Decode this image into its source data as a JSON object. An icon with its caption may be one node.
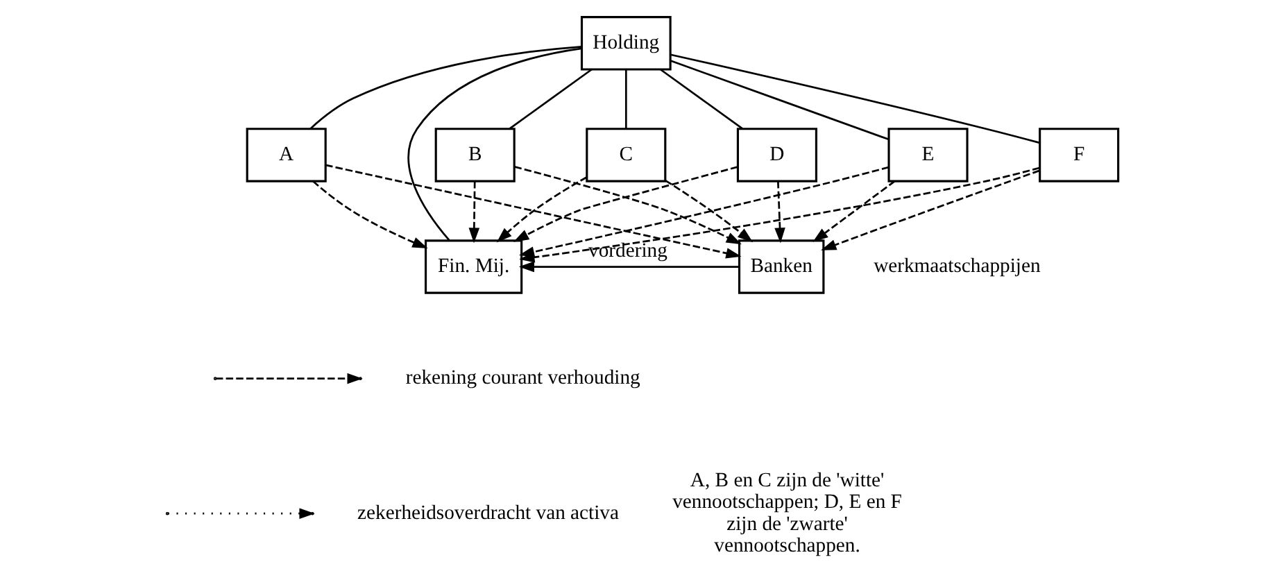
{
  "diagram": {
    "nodes": [
      {
        "text": [
          "Holding"
        ]
      },
      {
        "text": [
          "Fin. Mij."
        ]
      },
      {
        "text": [
          "Banken"
        ]
      },
      {
        "text": [
          "A"
        ]
      },
      {
        "text": [
          "B"
        ]
      },
      {
        "text": [
          "C"
        ]
      },
      {
        "text": [
          "D"
        ]
      },
      {
        "text": [
          "E"
        ]
      },
      {
        "text": [
          "F"
        ]
      }
    ],
    "edges": [
      {
        "from": 0,
        "to": 1,
        "arrow": "none"
      },
      {
        "from": 0,
        "to": 3,
        "arrow": "none"
      },
      {
        "from": 0,
        "to": 4,
        "arrow": "none"
      },
      {
        "from": 0,
        "to": 5,
        "arrow": "none"
      },
      {
        "from": 0,
        "to": 6,
        "arrow": "none"
      },
      {
        "from": 0,
        "to": 7,
        "arrow": "none"
      },
      {
        "from": 0,
        "to": 8,
        "arrow": "none"
      },
      {
        "from": 2,
        "to": 1,
        "arrow": "to",
        "label": "vordering"
      },
      {
        "from": 3,
        "to": 1,
        "arrow": "to",
        "style": "dashed"
      },
      {
        "from": 4,
        "to": 1,
        "arrow": "to",
        "style": "dashed"
      },
      {
        "from": 5,
        "to": 1,
        "arrow": "to",
        "style": "dashed"
      },
      {
        "from": 6,
        "to": 1,
        "arrow": "to",
        "style": "dashed"
      },
      {
        "from": 7,
        "to": 1,
        "arrow": "to",
        "style": "dashed"
      },
      {
        "from": 8,
        "to": 1,
        "arrow": "to",
        "style": "dashed"
      },
      {
        "from": 3,
        "to": 2,
        "arrow": "to",
        "style": "dashed"
      },
      {
        "from": 4,
        "to": 2,
        "arrow": "to",
        "style": "dashed"
      },
      {
        "from": 5,
        "to": 2,
        "arrow": "to",
        "style": "dashed"
      },
      {
        "from": 6,
        "to": 2,
        "arrow": "to",
        "style": "dashed"
      },
      {
        "from": 7,
        "to": 2,
        "arrow": "to",
        "style": "dashed"
      },
      {
        "from": 8,
        "to": 2,
        "arrow": "to",
        "style": "dashed"
      }
    ],
    "labels": [
      "werkmaatschappijen",
      "A, B en C zijn de 'witte' vennootschappen; D, E en F zijn de 'zwarte' vennootschappen."
    ],
    "legend": [
      {
        "text": "rekening courant verhouding"
      },
      {
        "text": "zekerheidsoverdracht van activa"
      }
    ]
  }
}
